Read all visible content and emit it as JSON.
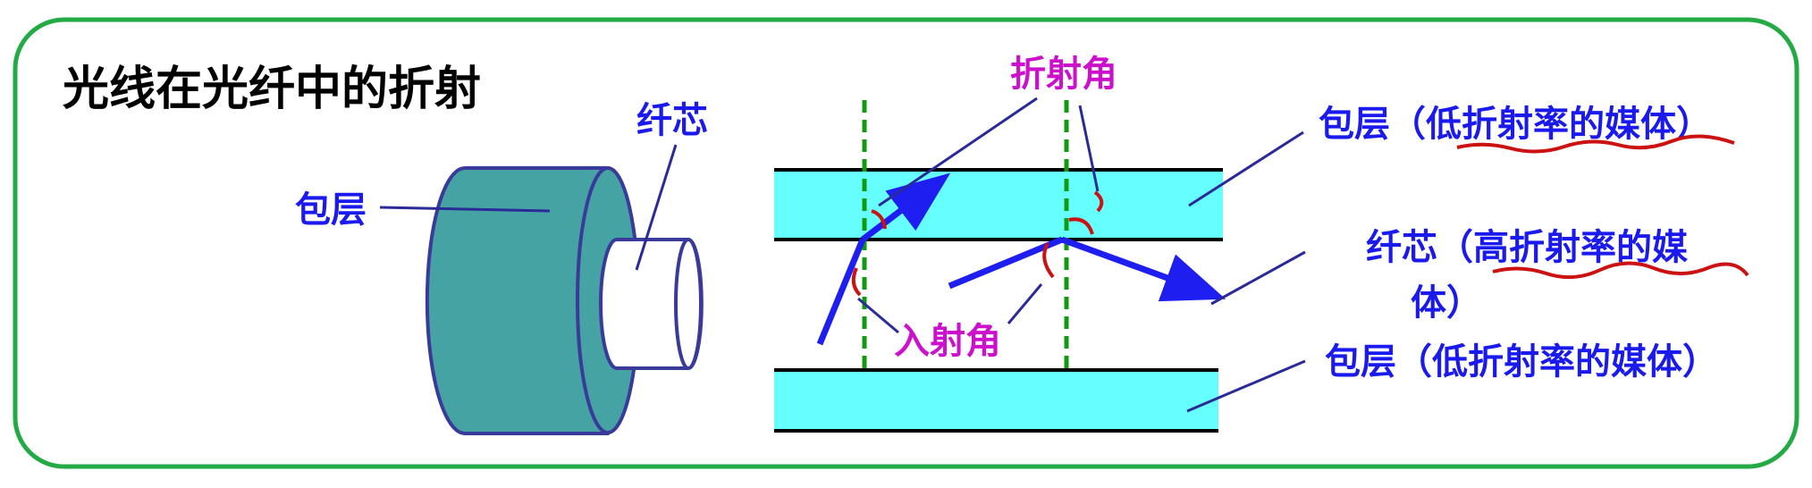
{
  "title": "光线在光纤中的折射",
  "left_figure": {
    "cladding_label": "包层",
    "core_label": "纤芯"
  },
  "right_figure": {
    "refraction_angle_label": "折射角",
    "incidence_angle_label": "入射角",
    "top_cladding_label": "包层（低折射率的媒体）",
    "core_label_line1": "纤芯（高折射率的媒",
    "core_label_line2": "体）",
    "bottom_cladding_label": "包层（低折射率的媒体）"
  },
  "colors": {
    "frame": "#22aa44",
    "label_blue": "#1a1aee",
    "label_magenta": "#cc11cc",
    "cladding_dark": "#45a3a3",
    "cladding_light": "#66ffff",
    "ray": "#1e1ef0",
    "normal_line": "#119911",
    "angle_arc": "#cc1111",
    "leader": "#2a2a99"
  }
}
